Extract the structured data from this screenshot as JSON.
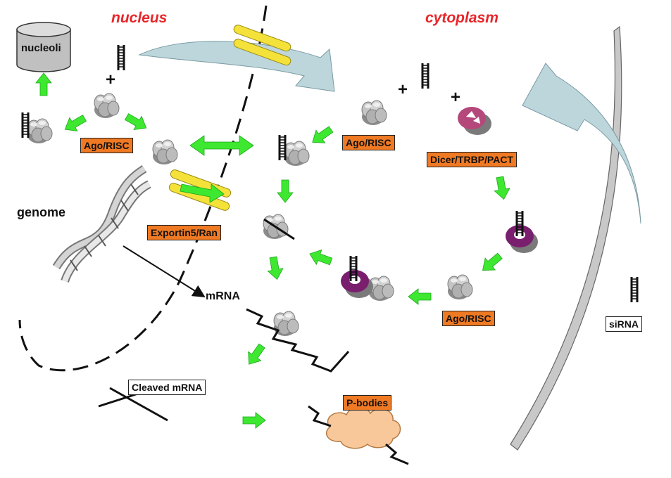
{
  "regions": {
    "nucleus": "nucleus",
    "cytoplasm": "cytoplasm"
  },
  "labels": {
    "nucleoli": "nucleoli",
    "genome": "genome",
    "mrna": "mRNA",
    "cleaved_mrna": "Cleaved mRNA",
    "p_bodies": "P-bodies",
    "sirna": "siRNA",
    "exportin": "Exportin5/Ran",
    "dicer": "Dicer/TRBP/PACT",
    "ago_risc": "Ago/RISC",
    "plus": "+"
  },
  "colors": {
    "region_text": "#e8262a",
    "label_box": "#f07a24",
    "arrow": "#3ee830",
    "membrane": "#b8d4da",
    "pore": "#f4e23a",
    "dicer": "#8a2a7a",
    "pbody": "#f8c89a"
  }
}
